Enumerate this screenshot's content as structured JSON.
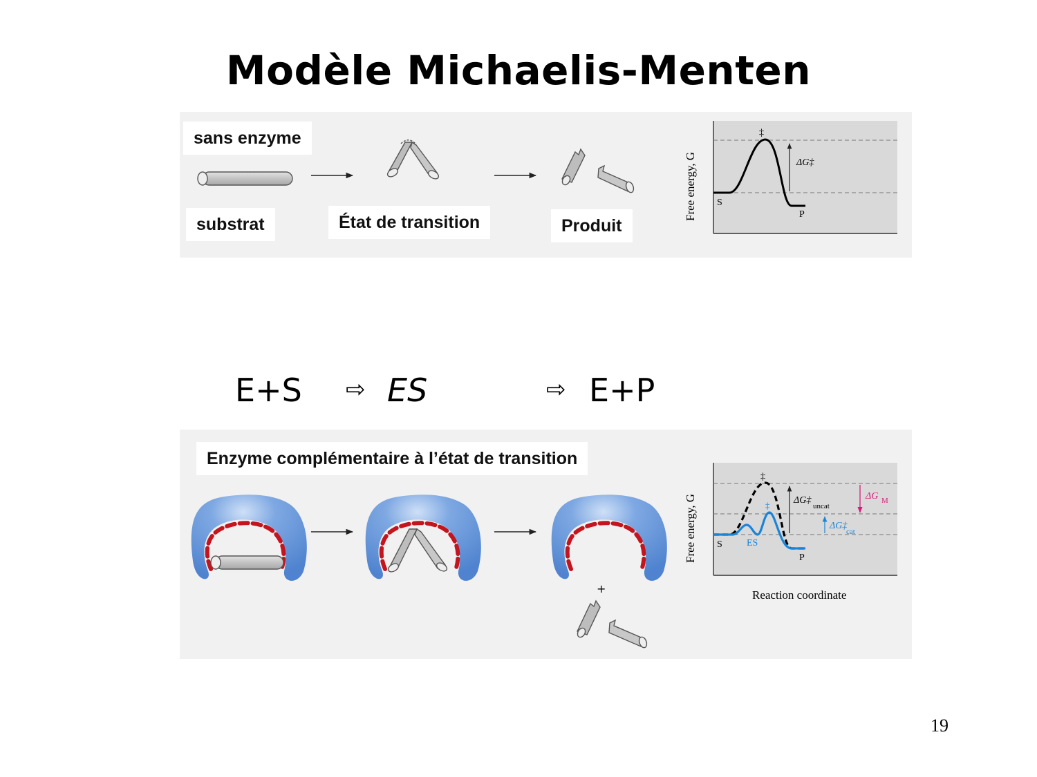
{
  "title": "Modèle Michaelis-Menten",
  "top_panel": {
    "label_no_enzyme": "sans enzyme",
    "label_substrate": "substrat",
    "label_transition_state": "État de transition",
    "label_product": "Produit",
    "graph": {
      "y_axis": "Free energy, G",
      "dagger": "‡",
      "delta_g": "ΔG‡",
      "s": "S",
      "p": "P"
    }
  },
  "equation": {
    "es_reactants": "E+S",
    "arrow": "⇨",
    "complex": "ES",
    "products": "E+P"
  },
  "bottom_panel": {
    "label_enzyme": "Enzyme complémentaire à l’état de transition",
    "plus": "+",
    "graph": {
      "y_axis": "Free energy, G",
      "x_axis": "Reaction coordinate",
      "dagger": "‡",
      "delta_g_uncat": "ΔG‡",
      "uncat_sub": "uncat",
      "delta_g_cat": "ΔG‡",
      "cat_sub": "cat",
      "delta_g_m": "ΔG",
      "m_sub": "M",
      "s": "S",
      "es": "ES",
      "p": "P"
    }
  },
  "colors": {
    "enzyme_blue": "#5b8fd6",
    "dashed_red": "#c4141e",
    "cat_curve_blue": "#1a84d6",
    "delta_gm_magenta": "#d81b7a",
    "panel_bg": "#f1f1f1"
  },
  "page_number": "19"
}
